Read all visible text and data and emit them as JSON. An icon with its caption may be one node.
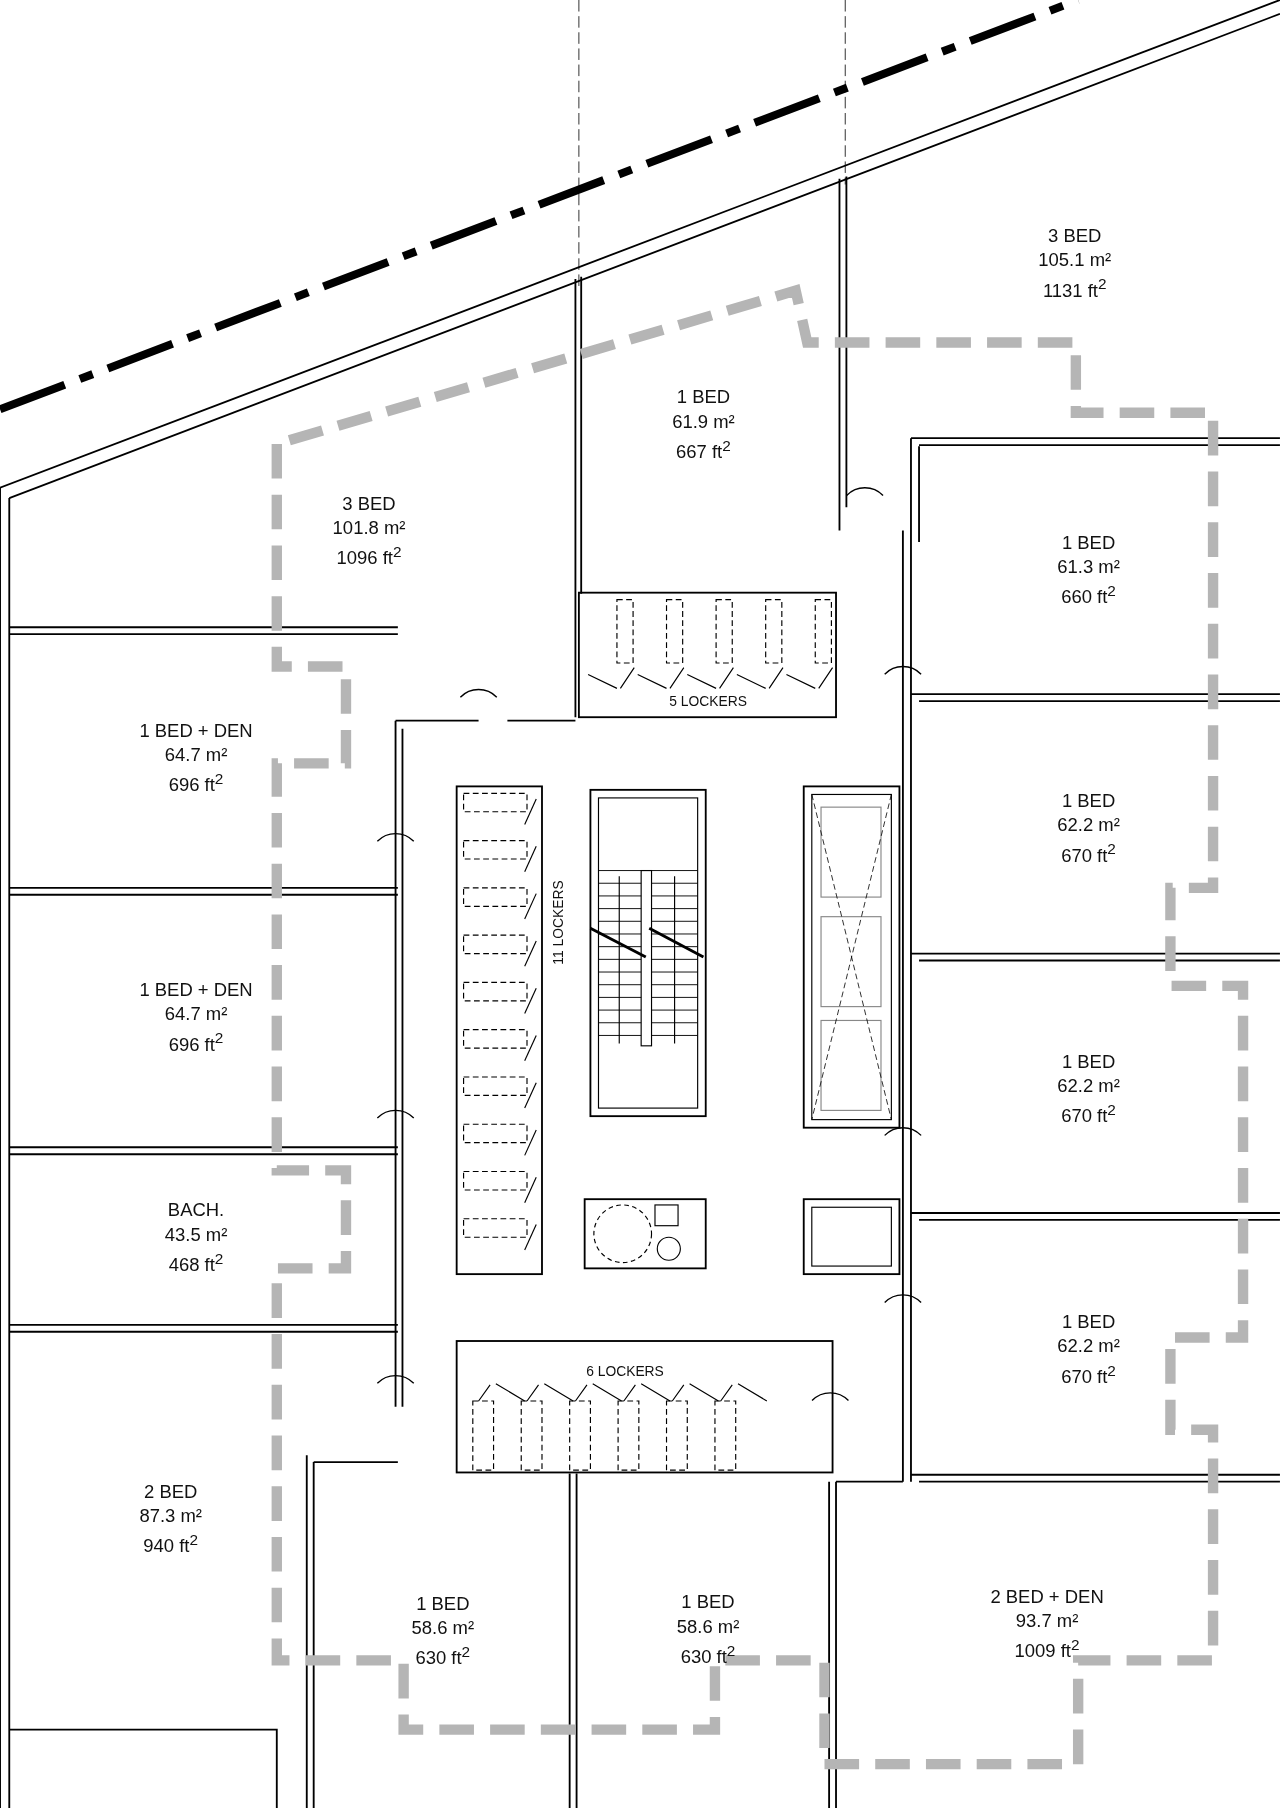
{
  "diagram": {
    "nodes": [
      {
        "text": [
          "3 BED",
          "105.1 m²",
          "1131 ft$^{2}$"
        ]
      },
      {
        "text": [
          "1 BED",
          "61.9 m²",
          "667 ft$^{2}$"
        ]
      },
      {
        "text": [
          "3 BED",
          "101.8 m²",
          "1096 ft$^{2}$"
        ]
      },
      {
        "text": [
          "1 BED",
          "61.3 m²",
          "660 ft$^{2}$"
        ]
      },
      {
        "text": [
          "1 BED + DEN",
          "64.7 m²",
          "696 ft$^{2}$"
        ]
      },
      {
        "text": [
          "1 BED",
          "62.2 m²",
          "670 ft$^{2}$"
        ]
      },
      {
        "text": [
          "1 BED + DEN",
          "64.7 m²",
          "696 ft$^{2}$"
        ]
      },
      {
        "text": [
          "1 BED",
          "62.2 m²",
          "670 ft$^{2}$"
        ]
      },
      {
        "text": [
          "BACH.",
          "43.5 m²",
          "468 ft$^{2}$"
        ]
      },
      {
        "text": [
          "1 BED",
          "62.2 m²",
          "670 ft$^{2}$"
        ]
      },
      {
        "text": [
          "2 BED",
          "87.3 m²",
          "940 ft$^{2}$"
        ]
      },
      {
        "text": [
          "1 BED",
          "58.6 m²",
          "630 ft$^{2}$"
        ]
      },
      {
        "text": [
          "1 BED",
          "58.6 m²",
          "630 ft$^{2}$"
        ]
      },
      {
        "text": [
          "2 BED + DEN",
          "93.7 m²",
          "1009 ft$^{2}$"
        ]
      },
      {
        "text": [
          "5 LOCKERS"
        ]
      },
      {
        "text": [
          "11 LOCKERS"
        ]
      },
      {
        "text": [
          "6 LOCKERS"
        ]
      }
    ],
    "edges": []
  }
}
